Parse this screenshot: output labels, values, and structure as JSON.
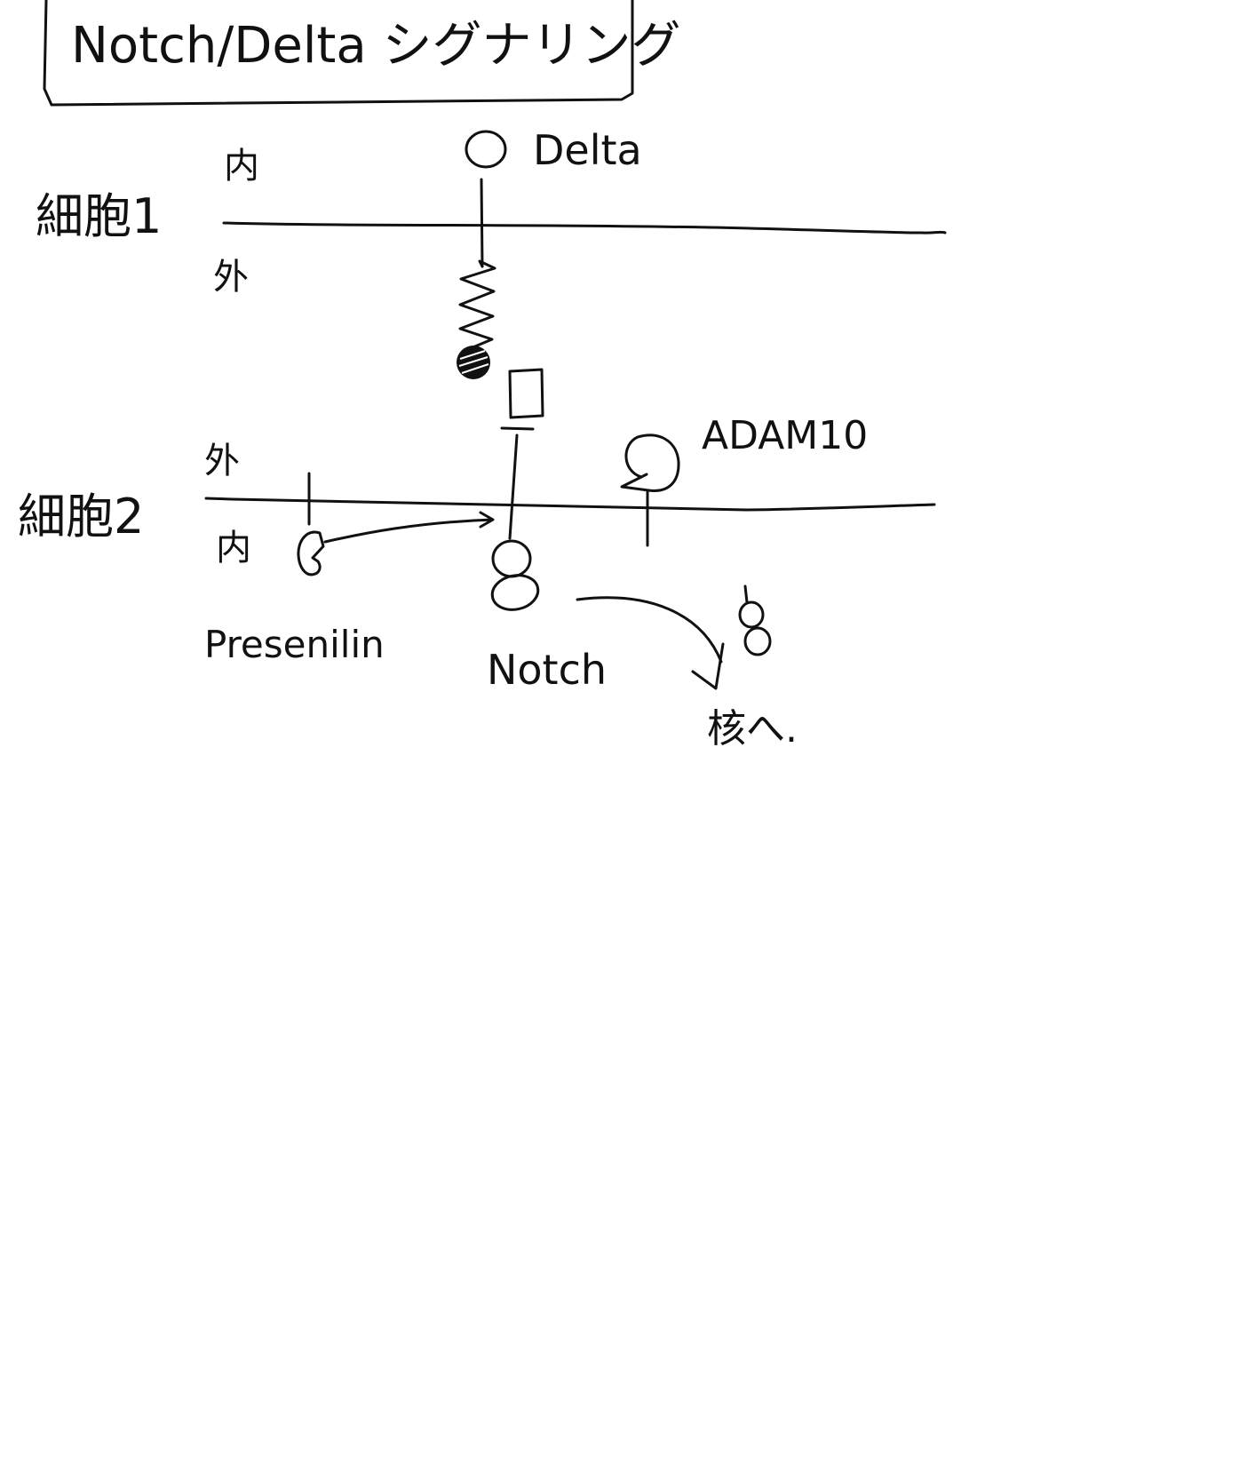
{
  "title": "Notch/Delta シグナリング",
  "cell1": {
    "label": "細胞1",
    "inside": "内",
    "outside": "外"
  },
  "cell2": {
    "label": "細胞2",
    "inside": "内",
    "outside": "外"
  },
  "labels": {
    "delta": "Delta",
    "adam10": "ADAM10",
    "presenilin": "Presenilin",
    "notch": "Notch",
    "to_nucleus": "核へ."
  },
  "colors": {
    "ink": "#111111",
    "background": "#ffffff"
  }
}
